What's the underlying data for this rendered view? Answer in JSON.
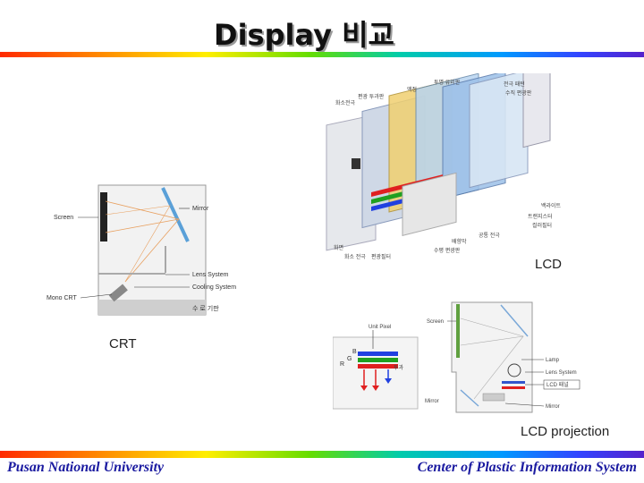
{
  "slide": {
    "title": "Display 비교",
    "footer_left": "Pusan National University",
    "footer_right": "Center of Plastic Information System"
  },
  "crt": {
    "caption": "CRT",
    "labels": {
      "screen": "Screen",
      "mirror": "Mirror",
      "lens_system": "Lens System",
      "cooling_system": "Cooling System",
      "mono_crt": "Mono CRT",
      "base": "수 로 기판"
    }
  },
  "lcd": {
    "caption": "LCD",
    "labels": {
      "l1": "투명 유리판",
      "l2": "편광 투과판",
      "l3": "백라이트",
      "l4": "컬러필터",
      "l5": "화소전극",
      "l6": "전극 패턴",
      "l7": "수직 편광판",
      "l8": "액정",
      "l9": "트랜지스터",
      "l10": "배향막",
      "l11": "화면",
      "l12": "화소 전극",
      "l13": "공통 전극",
      "l14": "수평 편광판",
      "l15": "편광필터"
    }
  },
  "lcd_projection": {
    "caption": "LCD projection",
    "labels": {
      "unit_pixel": "Unit Pixel",
      "screen": "Screen",
      "lamp": "Lamp",
      "lens_system": "Lens System",
      "lcd_panel": "LCD 패널",
      "mirror_left": "Mirror",
      "mirror_right": "Mirror",
      "transmit": "투과",
      "b": "B",
      "g": "G",
      "r": "R"
    }
  },
  "colors": {
    "footer_text": "#1a1aa0",
    "red": "#e02020",
    "green": "#20a020",
    "blue": "#2040e0"
  }
}
